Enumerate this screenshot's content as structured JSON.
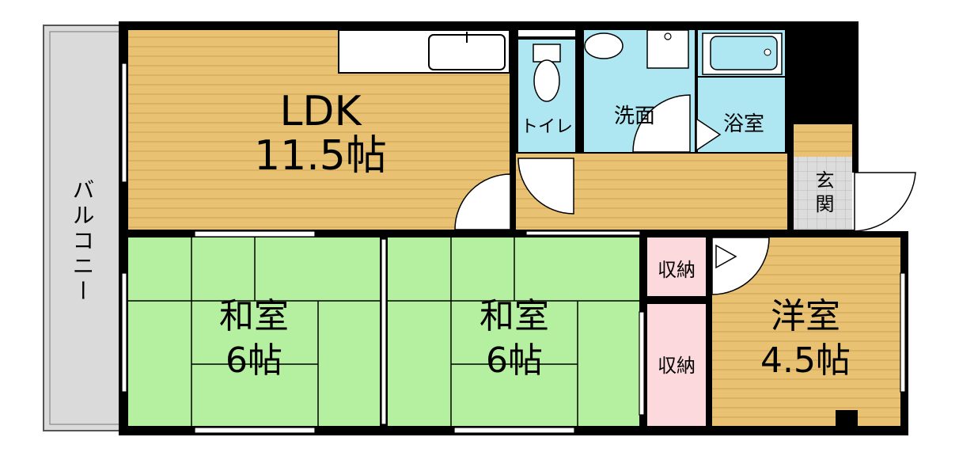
{
  "rooms": {
    "ldk": {
      "name": "LDK",
      "size": "11.5帖"
    },
    "washroom": {
      "name": "洗面"
    },
    "bathroom": {
      "name": "浴室"
    },
    "toilet": {
      "name": "トイレ"
    },
    "entrance": {
      "name": "玄関"
    },
    "balcony": {
      "name": "バルコニー"
    },
    "washitsu_left": {
      "name": "和室",
      "size": "6帖"
    },
    "washitsu_center": {
      "name": "和室",
      "size": "6帖"
    },
    "closet_upper": {
      "name": "収納"
    },
    "closet_lower": {
      "name": "収納"
    },
    "yoshitsu": {
      "name": "洋室",
      "size": "4.5帖"
    }
  },
  "colors": {
    "wood_floor": "#e8c272",
    "wood_stripe": "#d6ad5b",
    "tatami": "#b5f0a0",
    "wet_area": "#aee6f2",
    "closet": "#fbd9dc",
    "balcony": "#dadada",
    "wall": "#000000",
    "entrance_tile": "#d9d9d9"
  }
}
